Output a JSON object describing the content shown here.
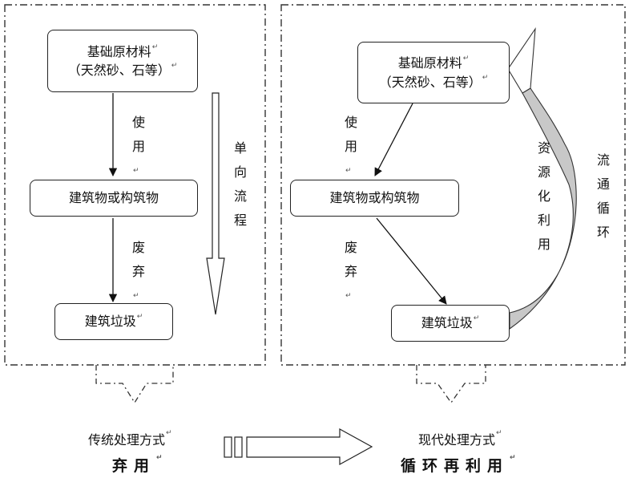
{
  "left": {
    "box_raw": {
      "line1": "基础原材料",
      "line2": "（天然砂、石等）"
    },
    "box_building": "建筑物或构筑物",
    "box_waste": "建筑垃圾",
    "edge_use": [
      "使",
      "用"
    ],
    "edge_discard": [
      "废",
      "弃"
    ],
    "flow_label": [
      "单",
      "向",
      "流",
      "程"
    ]
  },
  "right": {
    "box_raw": {
      "line1": "基础原材料",
      "line2": "（天然砂、石等）"
    },
    "box_building": "建筑物或构筑物",
    "box_waste": "建筑垃圾",
    "edge_use": [
      "使",
      "用"
    ],
    "edge_discard": [
      "废",
      "弃"
    ],
    "recycle_label": [
      "资",
      "源",
      "化",
      "利",
      "用"
    ],
    "cycle_label": [
      "流",
      "通",
      "循",
      "环"
    ]
  },
  "bottom": {
    "traditional": "传统处理方式",
    "traditional_mode": "弃用",
    "modern": "现代处理方式",
    "modern_mode": "循环再利用"
  },
  "paragraph_mark": "↵"
}
